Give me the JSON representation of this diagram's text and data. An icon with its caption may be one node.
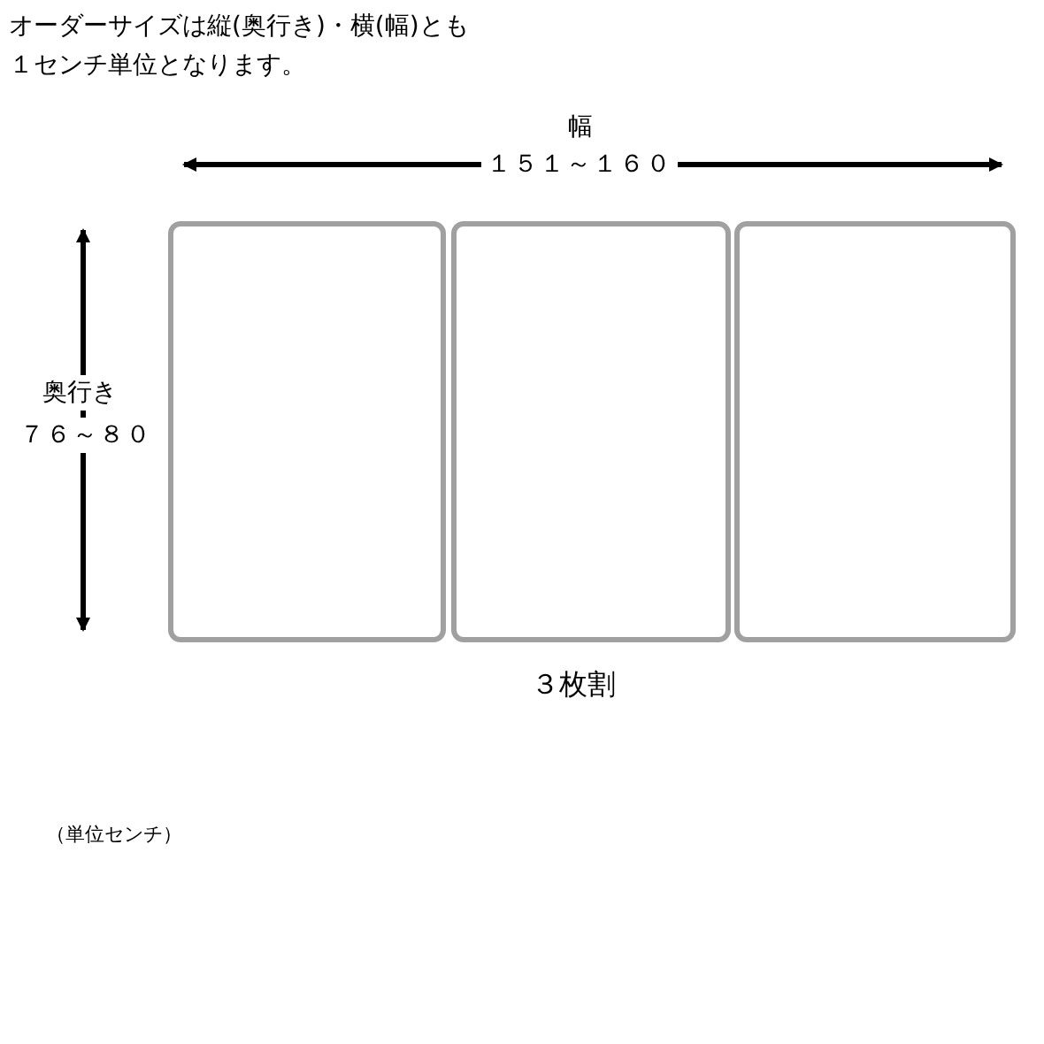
{
  "diagram": {
    "nodes": [
      {
        "text": [],
        "shape": "box"
      },
      {
        "text": [],
        "shape": "box"
      },
      {
        "text": [],
        "shape": "box"
      }
    ],
    "labels": [
      "オーダーサイズは縦(奥行き)・横(幅)とも１センチ単位となります。",
      "幅",
      "１５１～１６０",
      "奥行き",
      "７６～８０",
      "３枚割",
      "（単位センチ）"
    ]
  }
}
